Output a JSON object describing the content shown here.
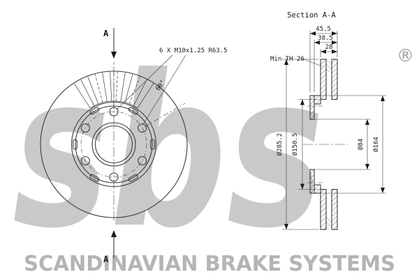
{
  "brand": {
    "logo": "sbs",
    "registered": "®",
    "footer": "SCANDINAVIAN BRAKE SYSTEMS"
  },
  "section_view": {
    "title": "Section A-A"
  },
  "front_view": {
    "marker_top": "A",
    "marker_bottom": "A",
    "bolt_note": "6 X M10x1.25 R63.5",
    "bolt_angle": "60°"
  },
  "dimensions": {
    "overall_width": "45.5",
    "hat_depth": "38.5",
    "disc_thickness": "28",
    "min_thickness": "Min TH 26",
    "outer_diameter": "Ø285.2",
    "inner_ring_diameter": "Ø150.5",
    "center_bore": "Ø84",
    "hub_flange_diameter": "Ø164"
  },
  "colors": {
    "line": "#3a3a3a",
    "dim_text": "#1a1a1a",
    "watermark": "#c9c9c9",
    "footer": "#b4b4b4"
  }
}
